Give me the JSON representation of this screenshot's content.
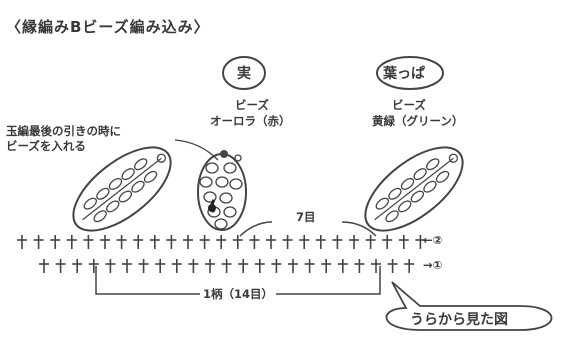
{
  "title": "〈縁編みBビーズ編み込み〉",
  "note_line1": "玉編最後の引きの時に",
  "note_line2": "ビーズを入れる",
  "fruit": {
    "label": "実",
    "sub1": "ビーズ",
    "sub2": "オーロラ（赤）"
  },
  "leaf": {
    "label": "葉っぱ",
    "sub1": "ビーズ",
    "sub2": "黄緑（グリーン）"
  },
  "count_7": "7目",
  "row2": "←②",
  "row1": "→①",
  "pattern": "1柄（14目）",
  "back_view": "うらから見た図"
}
